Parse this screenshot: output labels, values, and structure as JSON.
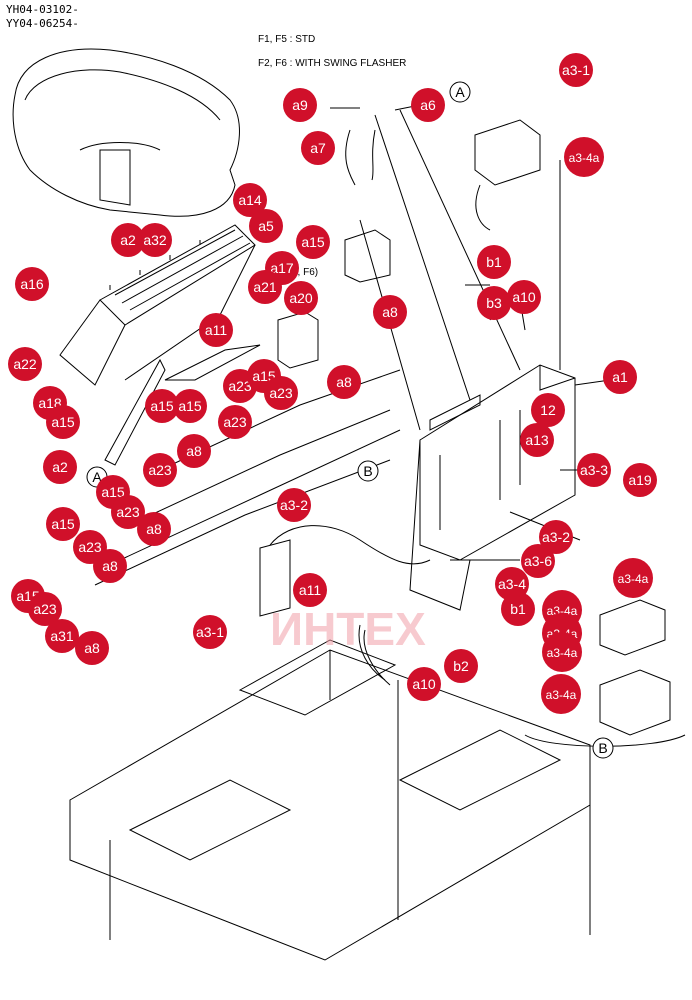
{
  "header": {
    "serial_1": "YH04-03102-",
    "serial_2": "YY04-06254-",
    "note_f1f5": "F1, F5 :  STD",
    "note_f2f6": "F2, F6 :  WITH SWING FLASHER",
    "note_f2f6_short": "2, F6)"
  },
  "watermark": "ИНТЕХ",
  "colors": {
    "badge": "#d0102a",
    "badge_text": "#ffffff",
    "line": "#000000",
    "watermark": "#f2a0a8"
  },
  "view_markers": [
    "A",
    "B",
    "A",
    "B"
  ],
  "labels": [
    "a3-1",
    "a9",
    "a6",
    "a7",
    "a3-4a",
    "a14",
    "a5",
    "a2",
    "a32",
    "a15",
    "a17",
    "a16",
    "a21",
    "a20",
    "b1",
    "b3",
    "a10",
    "a8",
    "a22",
    "a11",
    "a1",
    "a23",
    "a15",
    "a18",
    "a15",
    "a15",
    "a15",
    "a23",
    "a23",
    "12",
    "a13",
    "a2",
    "a8",
    "a3-3",
    "a19",
    "a23",
    "a8",
    "a15",
    "a23",
    "a3-2",
    "a15",
    "a8",
    "a3-2",
    "a23",
    "a3-6",
    "a8",
    "a15",
    "a3-4",
    "a23",
    "a11",
    "b1",
    "a3-4a",
    "a31",
    "a8",
    "a3-1",
    "a3-4a",
    "a3-4a",
    "a3-4a",
    "b2",
    "a10",
    "a3-4a"
  ]
}
